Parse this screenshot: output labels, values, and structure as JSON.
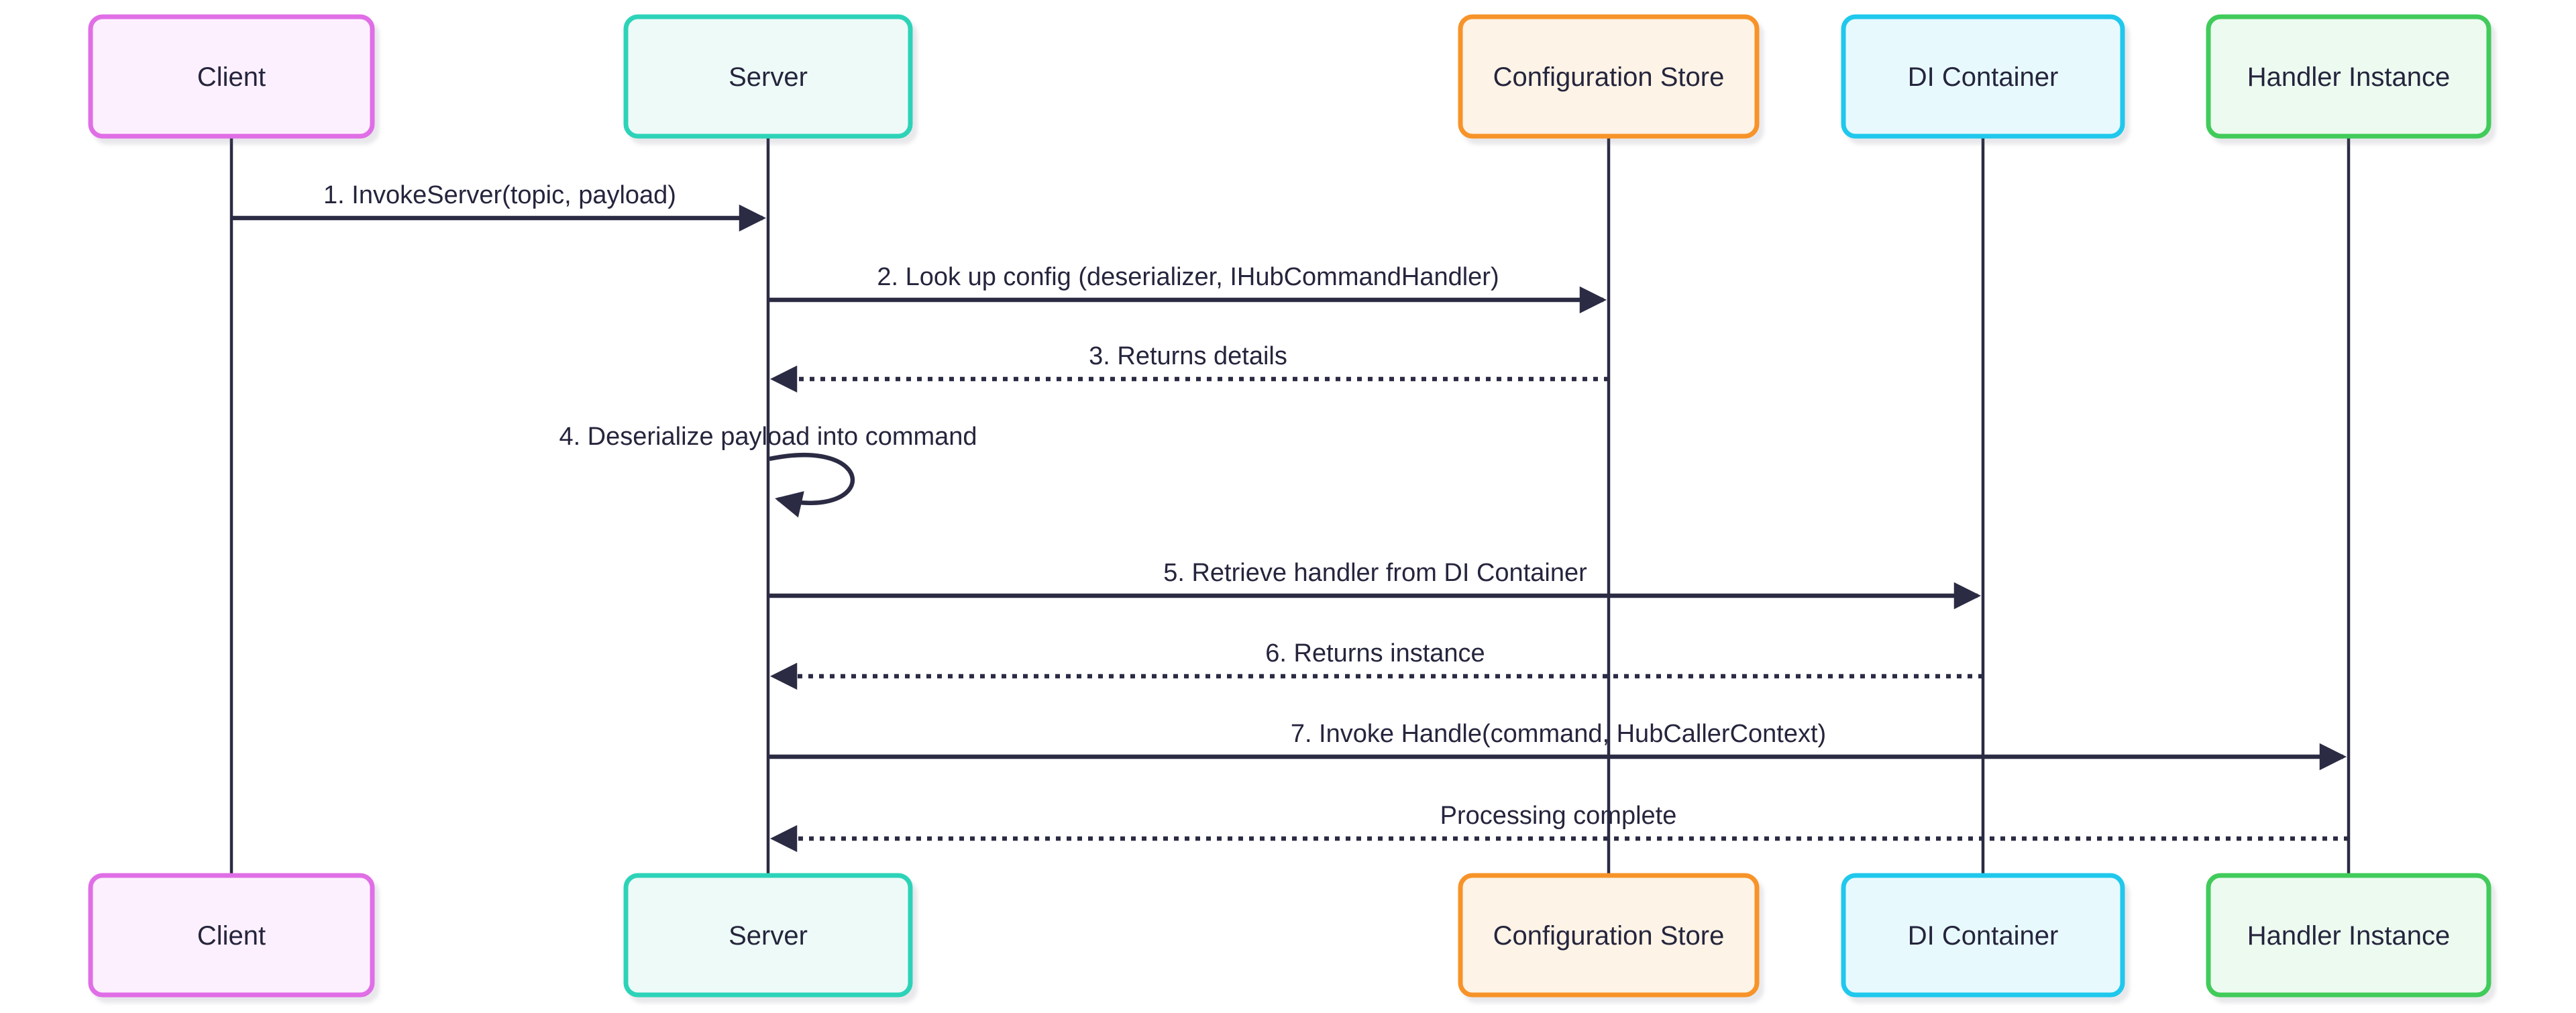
{
  "diagram": {
    "type": "sequence",
    "colors": {
      "background": "#ffffff",
      "line": "#2b2b44",
      "text": "#25253d"
    },
    "actors": [
      {
        "id": "client",
        "label": "Client",
        "fill": "#fdf0fe",
        "stroke": "#e06ee6"
      },
      {
        "id": "server",
        "label": "Server",
        "fill": "#edfaf7",
        "stroke": "#2dd3b8"
      },
      {
        "id": "config-store",
        "label": "Configuration Store",
        "fill": "#fdf3e6",
        "stroke": "#f79329"
      },
      {
        "id": "di-container",
        "label": "DI Container",
        "fill": "#e8f9fd",
        "stroke": "#1fc8ec"
      },
      {
        "id": "handler-instance",
        "label": "Handler Instance",
        "fill": "#edfaf0",
        "stroke": "#41cb5a"
      }
    ],
    "messages": [
      {
        "label": "1. InvokeServer(topic, payload)",
        "from": "Client",
        "to": "Server",
        "line": "solid"
      },
      {
        "label": "2. Look up config (deserializer, IHubCommandHandler)",
        "from": "Server",
        "to": "Configuration Store",
        "line": "solid"
      },
      {
        "label": "3. Returns details",
        "from": "Configuration Store",
        "to": "Server",
        "line": "dotted"
      },
      {
        "label": "4. Deserialize payload into command",
        "from": "Server",
        "to": "Server",
        "line": "self"
      },
      {
        "label": "5. Retrieve handler from DI Container",
        "from": "Server",
        "to": "DI Container",
        "line": "solid"
      },
      {
        "label": "6. Returns instance",
        "from": "DI Container",
        "to": "Server",
        "line": "dotted"
      },
      {
        "label": "7. Invoke Handle(command, HubCallerContext)",
        "from": "Server",
        "to": "Handler Instance",
        "line": "solid"
      },
      {
        "label": "Processing complete",
        "from": "Handler Instance",
        "to": "Server",
        "line": "dotted"
      }
    ]
  }
}
